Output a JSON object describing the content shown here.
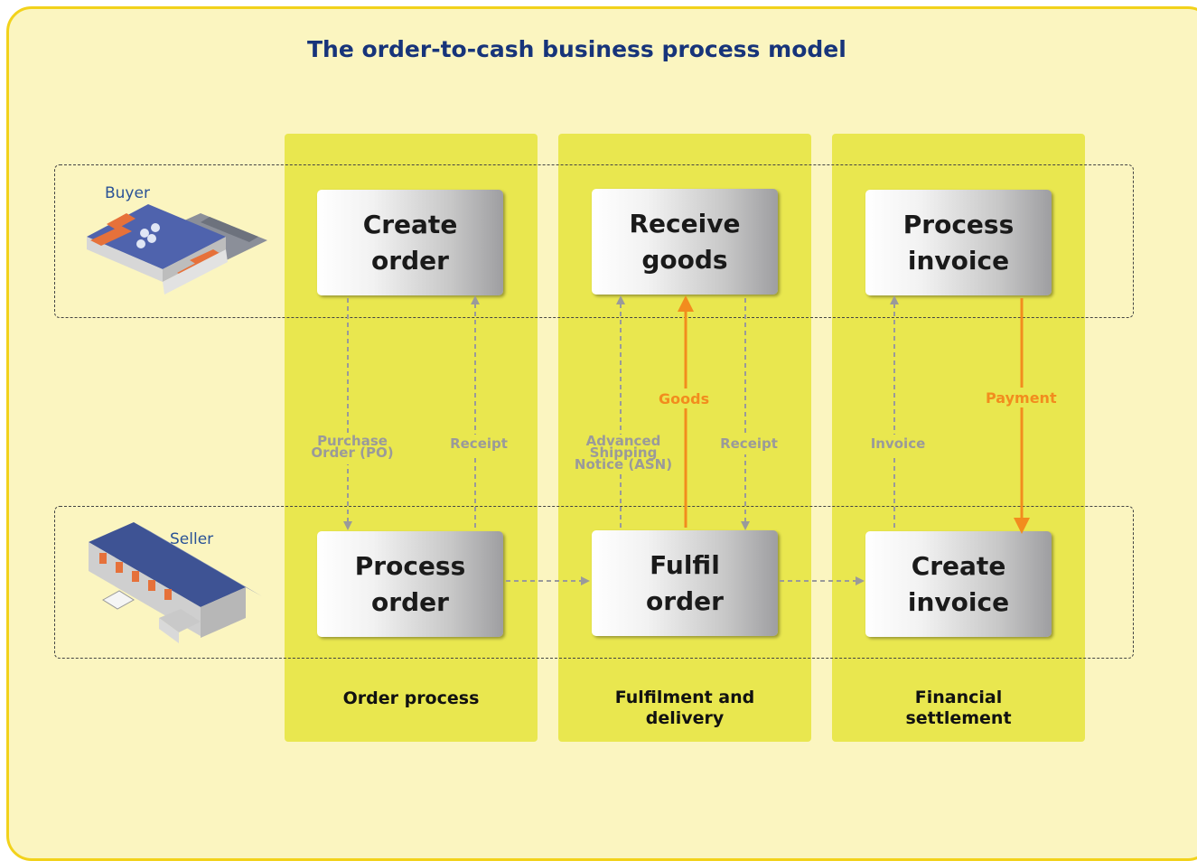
{
  "title": "The order-to-cash business process model",
  "parties": {
    "buyer": "Buyer",
    "seller": "Seller"
  },
  "lanes": [
    {
      "label": "Order process"
    },
    {
      "label": "Fulfilment and\ndelivery"
    },
    {
      "label": "Financial\nsettlement"
    }
  ],
  "steps": {
    "create_order": "Create\norder",
    "receive_goods": "Receive\ngoods",
    "process_invoice": "Process\ninvoice",
    "process_order": "Process\norder",
    "fulfil_order": "Fulfil\norder",
    "create_invoice": "Create\ninvoice"
  },
  "messages": {
    "purchase_order": "Purchase\nOrder (PO)",
    "receipt_1": "Receipt",
    "asn": "Advanced\nShipping\nNotice (ASN)",
    "receipt_2": "Receipt",
    "invoice": "Invoice"
  },
  "flows": {
    "goods": "Goods",
    "payment": "Payment"
  },
  "colors": {
    "frame_fill": "#fbf5c0",
    "frame_border": "#f2d21b",
    "lane": "#e9e74f",
    "title": "#17347a",
    "message_arrow": "#9a9a9a",
    "flow_arrow": "#f28c1e"
  }
}
